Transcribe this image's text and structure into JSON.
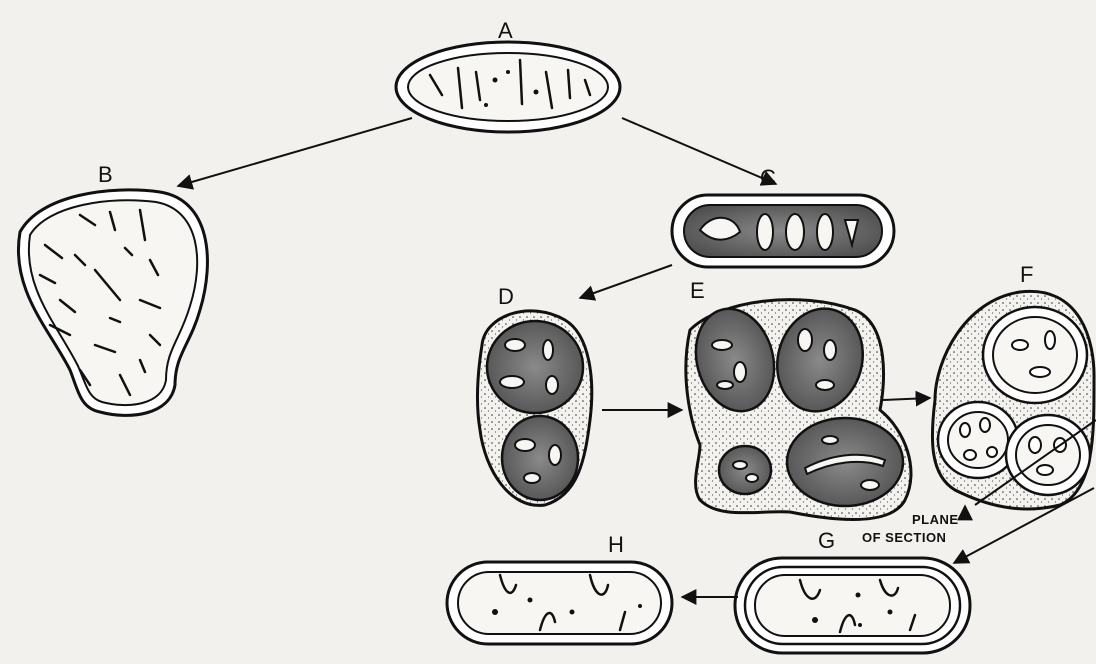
{
  "figure": {
    "labels": {
      "a": "A",
      "b": "B",
      "c": "C",
      "d": "D",
      "e": "E",
      "f": "F",
      "g": "G",
      "h": "H"
    },
    "caption_line1": "PLANE",
    "caption_line2": "OF SECTION"
  },
  "colors": {
    "ink": "#111111",
    "paper": "#f3f1ee",
    "matrix_light": "#f7f6f3",
    "matrix_dark": "#6f6f6f",
    "stipple": "#e6e3de"
  }
}
